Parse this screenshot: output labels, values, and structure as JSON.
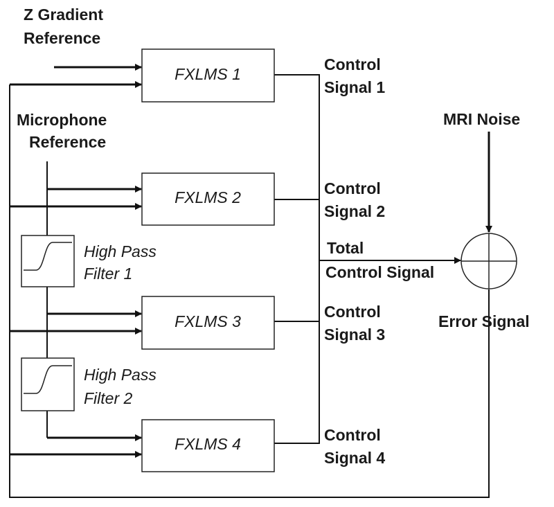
{
  "labels": {
    "z_gradient_line1": "Z Gradient",
    "z_gradient_line2": "Reference",
    "microphone_line1": "Microphone",
    "microphone_line2": "Reference",
    "mri_noise": "MRI Noise",
    "total_line1": "Total",
    "total_line2": "Control Signal",
    "error_signal": "Error Signal"
  },
  "blocks": [
    {
      "id": "fxlms-1",
      "label": "FXLMS 1",
      "output_line1": "Control",
      "output_line2": "Signal 1"
    },
    {
      "id": "fxlms-2",
      "label": "FXLMS 2",
      "output_line1": "Control",
      "output_line2": "Signal 2"
    },
    {
      "id": "fxlms-3",
      "label": "FXLMS 3",
      "output_line1": "Control",
      "output_line2": "Signal 3"
    },
    {
      "id": "fxlms-4",
      "label": "FXLMS 4",
      "output_line1": "Control",
      "output_line2": "Signal 4"
    }
  ],
  "filters": [
    {
      "id": "hpf-1",
      "line1": "High Pass",
      "line2": "Filter 1"
    },
    {
      "id": "hpf-2",
      "line1": "High Pass",
      "line2": "Filter 2"
    }
  ]
}
